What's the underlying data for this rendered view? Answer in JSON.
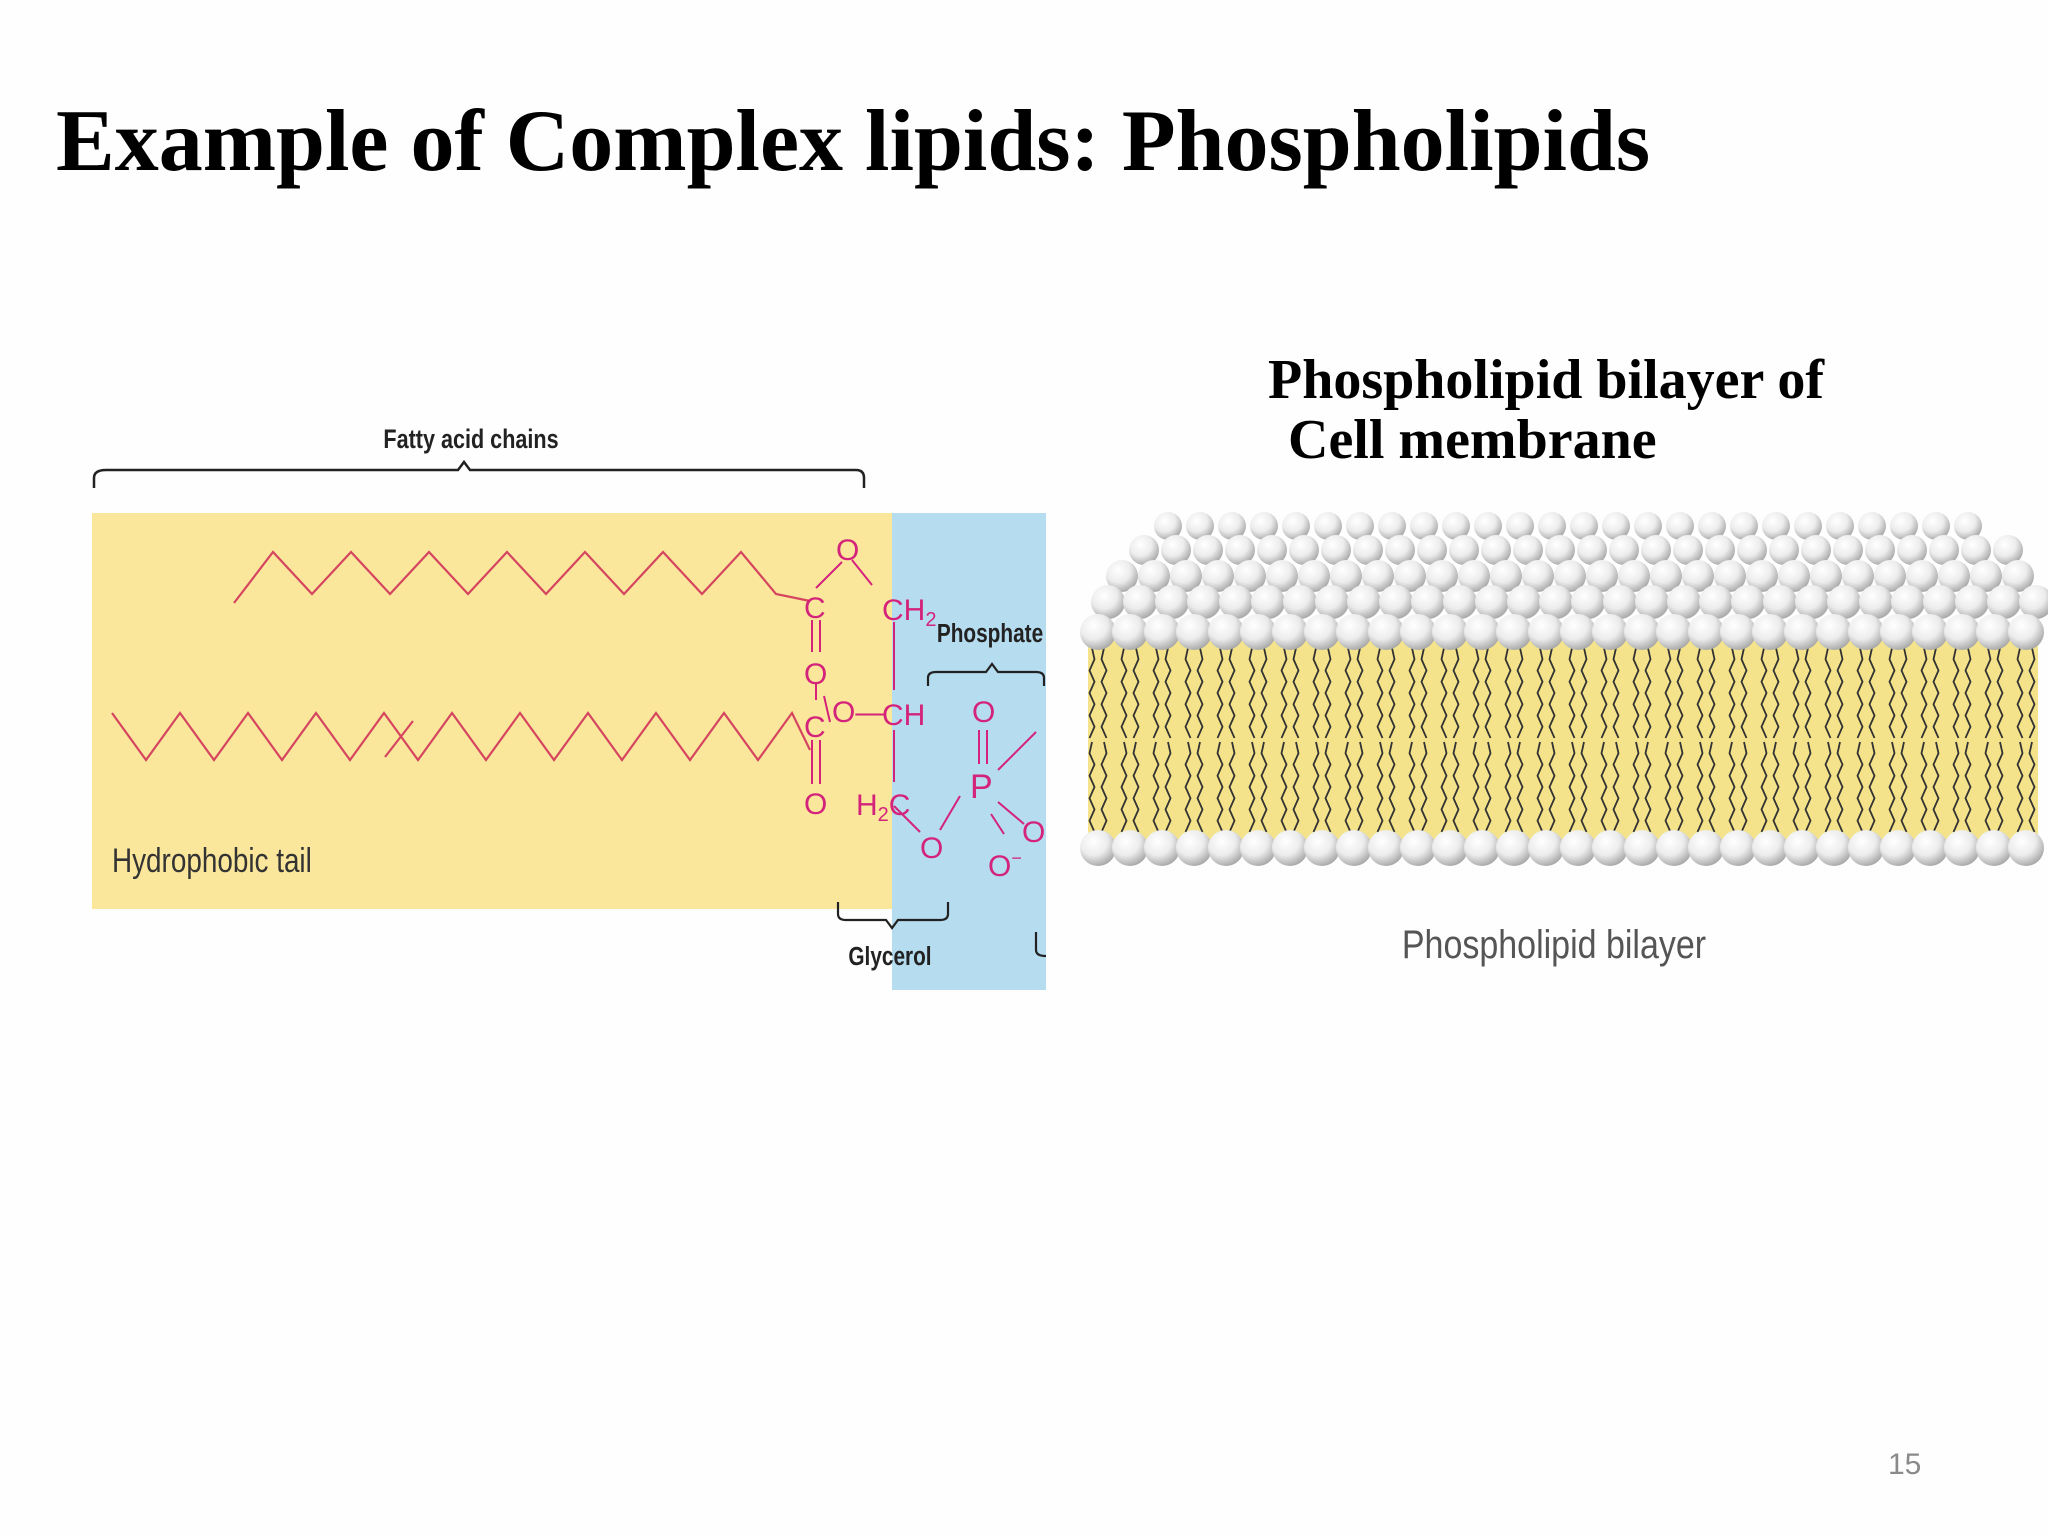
{
  "slide": {
    "title": "Example of Complex lipids: Phospholipids",
    "page_number": "15"
  },
  "structure_figure": {
    "fatty_acid_chains_label": "Fatty acid chains",
    "phosphate_label": "Phosphate",
    "glycerol_label": "Glycerol",
    "hydrophobic_tail_label": "Hydrophobic tail",
    "atoms": {
      "O": "O",
      "C": "C",
      "CH2": "CH",
      "sub2": "2",
      "CH": "CH",
      "H2C_H": "H",
      "H2C_C": "C",
      "P": "P",
      "O_minus": "O",
      "minus": "−",
      "O_dash": "O—"
    },
    "colors": {
      "tail_region": "#fae79c",
      "head_region": "#b5dcef",
      "chain_bonds": "#d5455f",
      "atoms": "#d4237a"
    }
  },
  "bilayer_figure": {
    "caption_line1": "Phospholipid bilayer of",
    "caption_line2": "Cell membrane",
    "label": "Phospholipid bilayer",
    "colors": {
      "interior": "#f4e38a",
      "head_groups": "#ececec",
      "tails": "#333333"
    }
  }
}
